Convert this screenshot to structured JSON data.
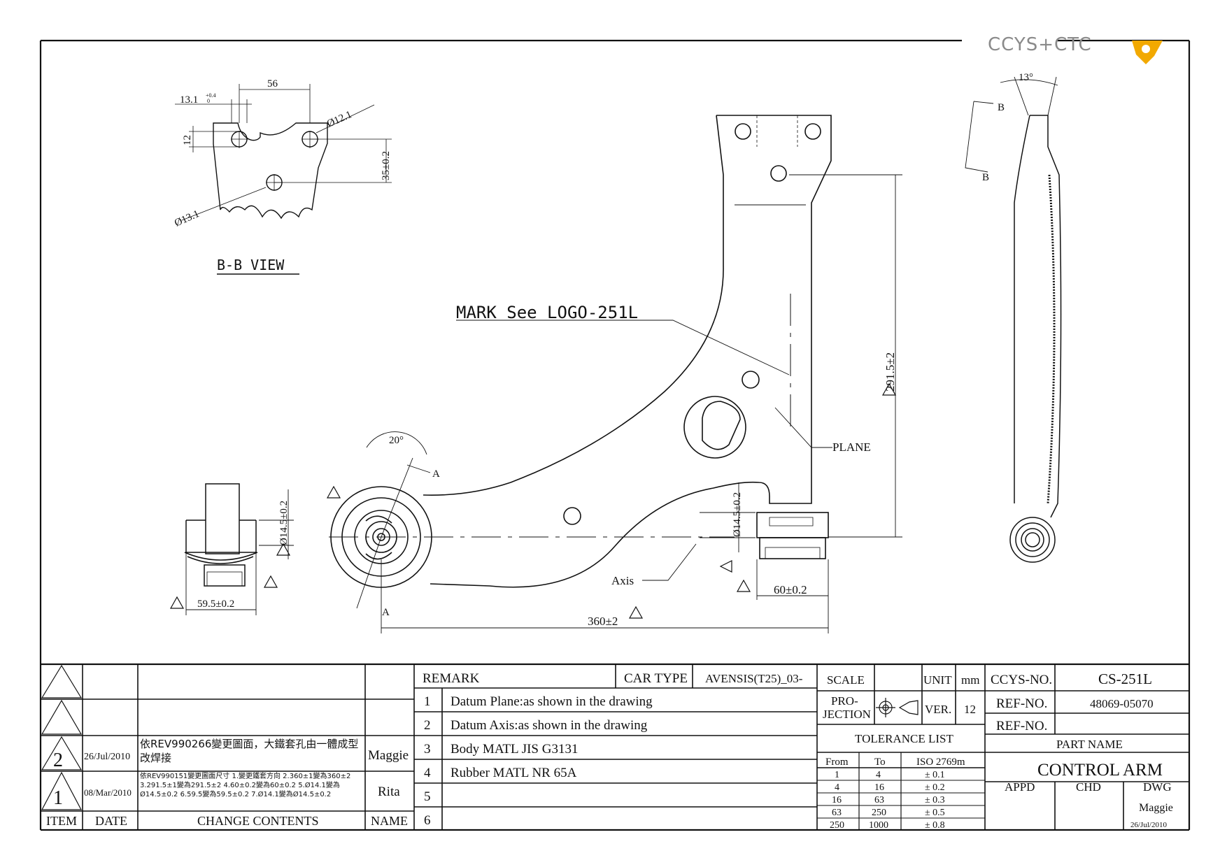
{
  "logo": {
    "text": "CCYS+CTC"
  },
  "drawing": {
    "bb_view_title": "B-B VIEW",
    "bb_dims": {
      "d56": "56",
      "d13_1": "13.1",
      "tol_04": "+0.4",
      "tol_0": "0",
      "d12": "12",
      "d35": "35±0.2",
      "dia12_1": "Ø12.1",
      "dia13_1": "Ø13.1"
    },
    "mark_note": "MARK See LOGO-251L",
    "plane_label": "PLANE",
    "axis_label": "Axis",
    "angle_20": "20°",
    "angle_13": "13°",
    "section_a": "A",
    "section_b": "B",
    "dim_291_5": "291.5±2",
    "dim_14_5": "Ø14.5±0.2",
    "dim_14_5b": "Ø14.5±0.2",
    "dim_60": "60±0.2",
    "dim_360": "360±2",
    "dim_59_5": "59.5±0.2"
  },
  "revisions": {
    "rows": [
      {
        "item": "2",
        "date": "26/Jul/2010",
        "contents": "依REV990266變更圖面，大鐵套孔由一體成型改焊接",
        "name": "Maggie"
      },
      {
        "item": "1",
        "date": "08/Mar/2010",
        "contents": "依REV990151變更圖面尺寸 1.變更鐵套方向 2.360±1變為360±2 3.291.5±1變為291.5±2 4.60±0.2變為60±0.2 5.Ø14.1變為Ø14.5±0.2 6.59.5變為59.5±0.2 7.Ø14.1變為Ø14.5±0.2",
        "name": "Rita"
      }
    ],
    "headers": {
      "item": "ITEM",
      "date": "DATE",
      "contents": "CHANGE CONTENTS",
      "name": "NAME"
    }
  },
  "remarks": {
    "header": "REMARK",
    "car_type_label": "CAR TYPE",
    "car_type_value": "AVENSIS(T25)_03-",
    "items": [
      {
        "n": "1",
        "text": "Datum Plane:as shown in the drawing"
      },
      {
        "n": "2",
        "text": "Datum Axis:as shown in the drawing"
      },
      {
        "n": "3",
        "text": "Body MATL JIS G3131"
      },
      {
        "n": "4",
        "text": "Rubber MATL NR 65A"
      },
      {
        "n": "5",
        "text": ""
      },
      {
        "n": "6",
        "text": ""
      }
    ]
  },
  "spec": {
    "scale_label": "SCALE",
    "unit_label": "UNIT",
    "unit_value": "mm",
    "projection_label_1": "PRO-",
    "projection_label_2": "JECTION",
    "ver_label": "VER.",
    "ver_value": "12",
    "tolerance_title": "TOLERANCE LIST",
    "tol_headers": {
      "from": "From",
      "to": "To",
      "iso": "ISO 2769m"
    },
    "tolerances": [
      {
        "from": "1",
        "to": "4",
        "tol": "± 0.1"
      },
      {
        "from": "4",
        "to": "16",
        "tol": "± 0.2"
      },
      {
        "from": "16",
        "to": "63",
        "tol": "± 0.3"
      },
      {
        "from": "63",
        "to": "250",
        "tol": "± 0.5"
      },
      {
        "from": "250",
        "to": "1000",
        "tol": "± 0.8"
      }
    ]
  },
  "title_block": {
    "ccys_label": "CCYS-NO.",
    "ccys_value": "CS-251L",
    "ref_label": "REF-NO.",
    "ref_value": "48069-05070",
    "ref2_label": "REF-NO.",
    "ref2_value": "",
    "part_name_label": "PART NAME",
    "part_name_value": "CONTROL ARM",
    "appd": "APPD",
    "chd": "CHD",
    "dwg": "DWG",
    "dwg_name": "Maggie",
    "dwg_date": "26/Jul/2010"
  }
}
